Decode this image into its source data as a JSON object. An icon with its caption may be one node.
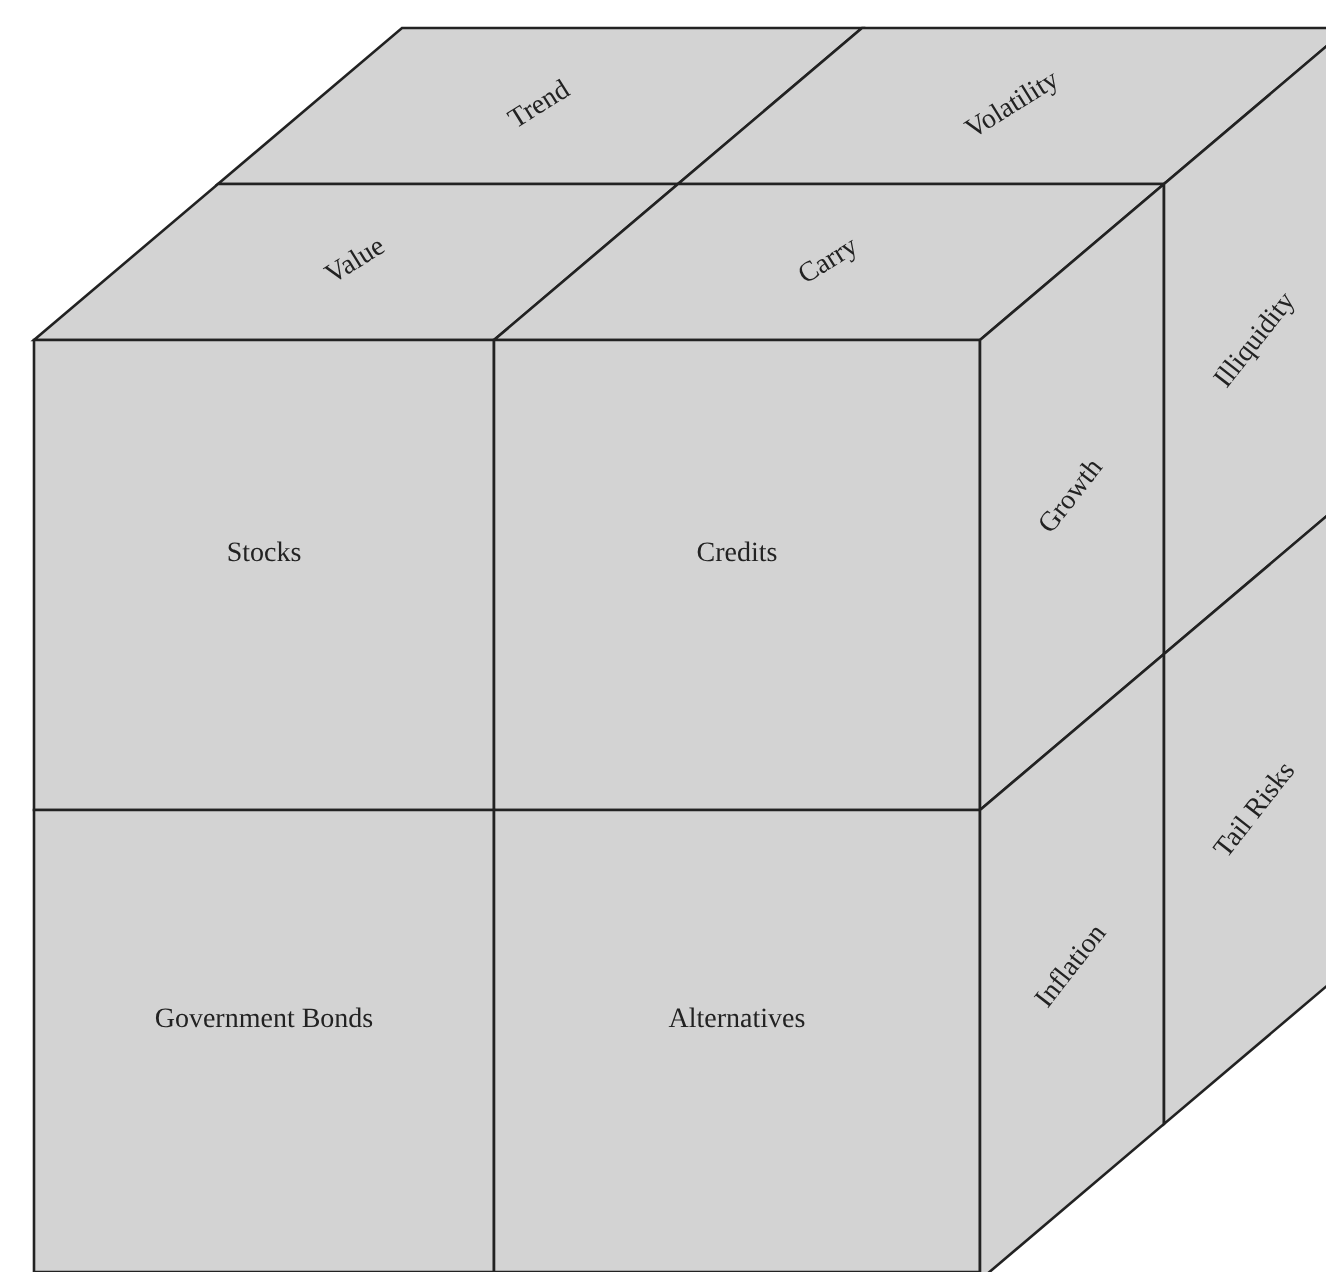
{
  "diagram": {
    "nodes": [
      {
        "text": [
          "Trend"
        ]
      },
      {
        "text": [
          "Volatility"
        ]
      },
      {
        "text": [
          "Value"
        ]
      },
      {
        "text": [
          "Carry"
        ]
      },
      {
        "text": [
          "Stocks"
        ]
      },
      {
        "text": [
          "Credits"
        ]
      },
      {
        "text": [
          "Growth"
        ]
      },
      {
        "text": [
          "Illiquidity"
        ]
      },
      {
        "text": [
          "Government Bonds"
        ]
      },
      {
        "text": [
          "Alternatives"
        ]
      },
      {
        "text": [
          "Inflation"
        ]
      },
      {
        "text": [
          "Tail Risks"
        ]
      }
    ]
  }
}
